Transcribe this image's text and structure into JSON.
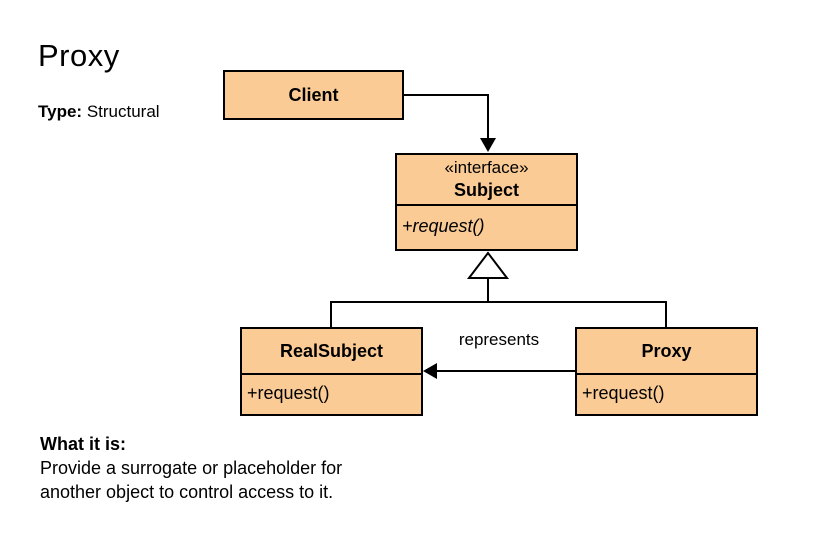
{
  "page": {
    "title": "Proxy",
    "type_label": "Type:",
    "type_value": "Structural"
  },
  "diagram": {
    "client": {
      "name": "Client"
    },
    "subject": {
      "stereotype": "«interface»",
      "name": "Subject",
      "method": "+request()"
    },
    "real_subject": {
      "name": "RealSubject",
      "method": "+request()"
    },
    "proxy": {
      "name": "Proxy",
      "method": "+request()"
    },
    "relationship_label": "represents"
  },
  "description": {
    "heading": "What it is:",
    "line1": "Provide a surrogate or placeholder for",
    "line2": "another object to control access to it."
  },
  "colors": {
    "box_fill": "#FBCB96",
    "box_border": "#000000",
    "background": "#FFFFFF"
  }
}
